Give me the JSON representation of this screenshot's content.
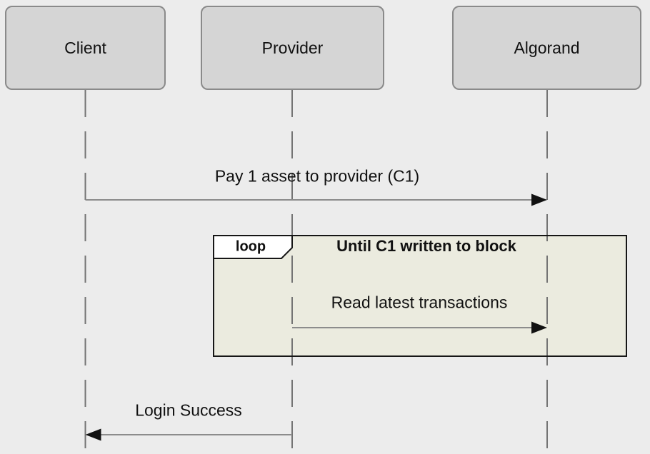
{
  "diagram_type": "sequence-diagram",
  "actors": [
    {
      "label": "Client"
    },
    {
      "label": "Provider"
    },
    {
      "label": "Algorand"
    }
  ],
  "messages": [
    {
      "label": "Pay 1 asset to provider (C1)",
      "from": "Client",
      "to": "Algorand",
      "direction": "right",
      "line_style": "solid"
    },
    {
      "label": "Read latest transactions",
      "from": "Provider",
      "to": "Algorand",
      "direction": "right",
      "line_style": "solid",
      "inside_loop": true
    },
    {
      "label": "Login Success",
      "from": "Provider",
      "to": "Client",
      "direction": "left",
      "line_style": "solid"
    }
  ],
  "loop_frame": {
    "keyword": "loop",
    "title": "Until C1 written to block"
  },
  "colors": {
    "background": "#ececec",
    "actor_fill": "#d5d5d5",
    "actor_border": "#8a8a8a",
    "lifeline": "#747474",
    "message_line": "#8c8c8c",
    "arrowhead": "#111111",
    "loop_fill": "#ebebdf",
    "loop_border": "#161616",
    "label_bg": "#ffffff",
    "text": "#111111"
  }
}
